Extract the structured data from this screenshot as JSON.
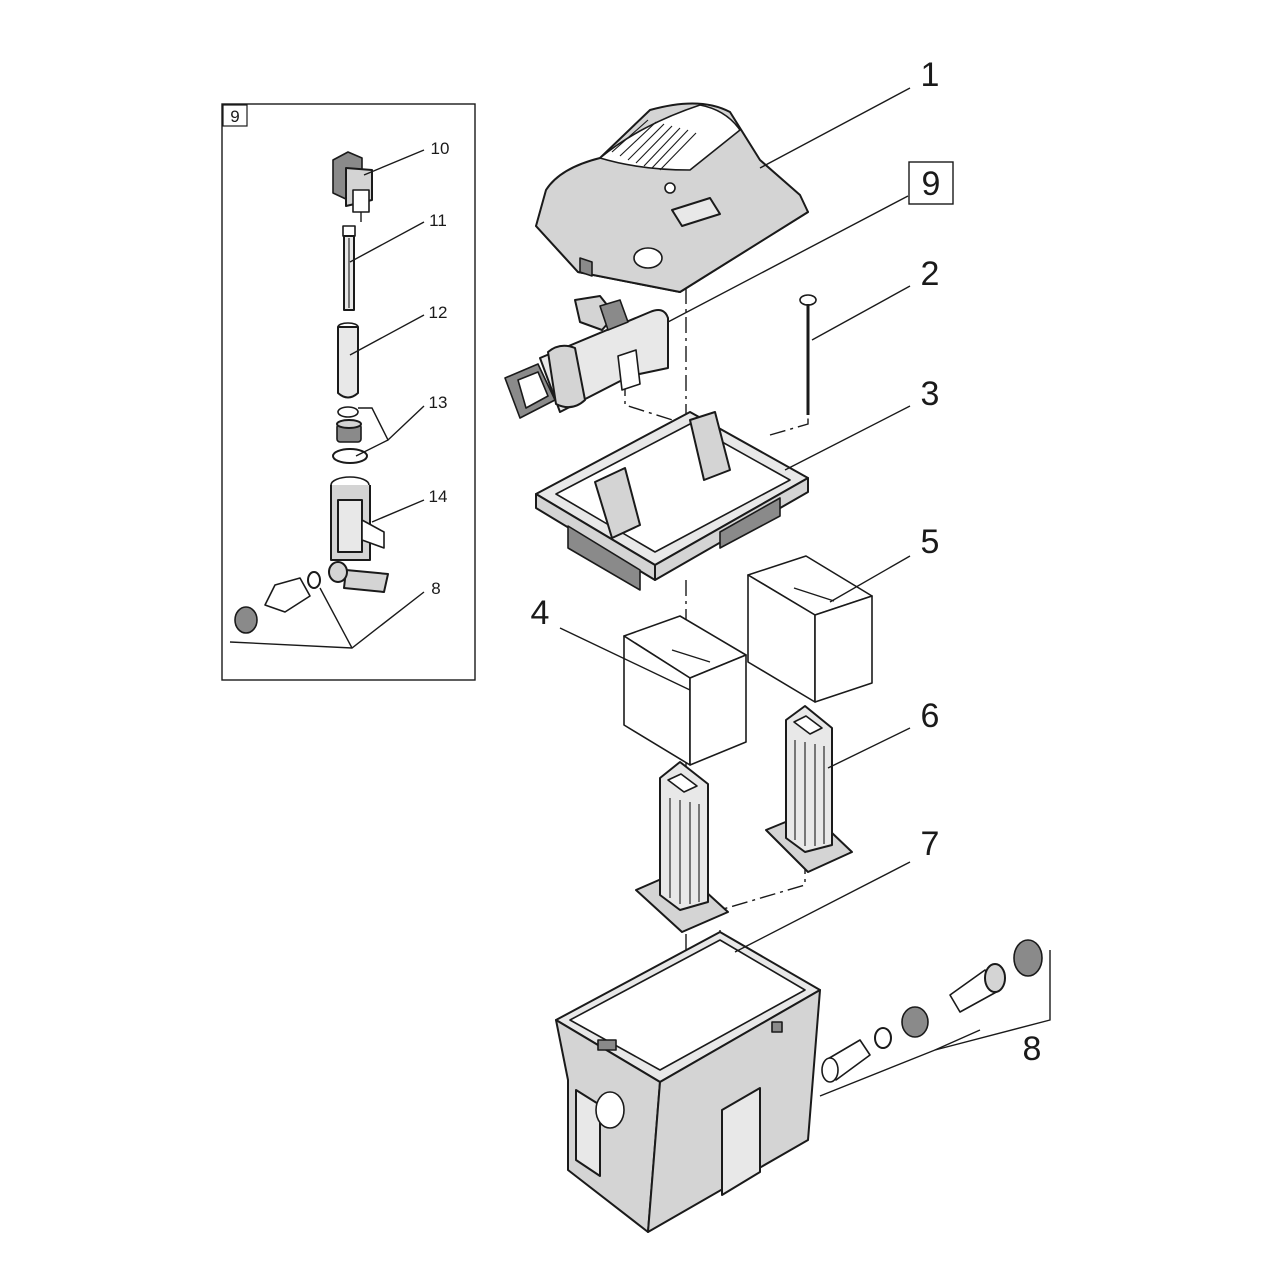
{
  "callouts": {
    "c1": "1",
    "c2": "2",
    "c3": "3",
    "c4": "4",
    "c5": "5",
    "c6": "6",
    "c7": "7",
    "c8": "8",
    "c9": "9",
    "inset_tag": "9",
    "i10": "10",
    "i11": "11",
    "i12": "12",
    "i13": "13",
    "i14": "14",
    "i8": "8"
  }
}
